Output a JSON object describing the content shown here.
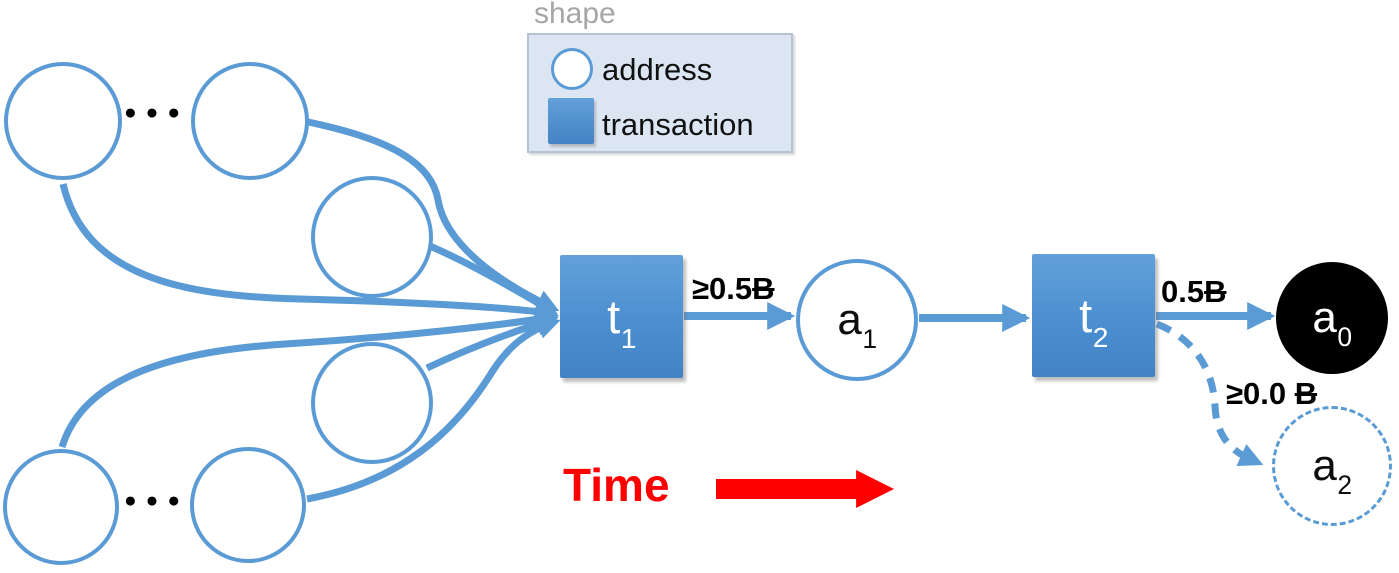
{
  "legend": {
    "title": "shape",
    "items": [
      {
        "icon": "circle-swatch",
        "label": "address"
      },
      {
        "icon": "square-swatch",
        "label": "transaction"
      }
    ]
  },
  "nodes": {
    "t1": {
      "base": "t",
      "sub": "1"
    },
    "a1": {
      "base": "a",
      "sub": "1"
    },
    "t2": {
      "base": "t",
      "sub": "2"
    },
    "a0": {
      "base": "a",
      "sub": "0"
    },
    "a2": {
      "base": "a",
      "sub": "2"
    }
  },
  "edge_labels": {
    "t1_to_a1": {
      "amount": "≥0.5",
      "currency": "B"
    },
    "t2_to_a0": {
      "amount": "0.5",
      "currency": "B"
    },
    "t2_to_a2": {
      "amount": "≥0.0 ",
      "currency": "B"
    }
  },
  "ellipsis": "●●●",
  "time_label": "Time",
  "colors": {
    "node_blue": "#5b9bd5",
    "transaction_fill": "#4b8fd0",
    "legend_background": "#dce6f2",
    "legend_title_gray": "#a6a6a6",
    "time_red": "#fe0000",
    "final_address_black": "#000000",
    "label_text_black": "#000000"
  }
}
